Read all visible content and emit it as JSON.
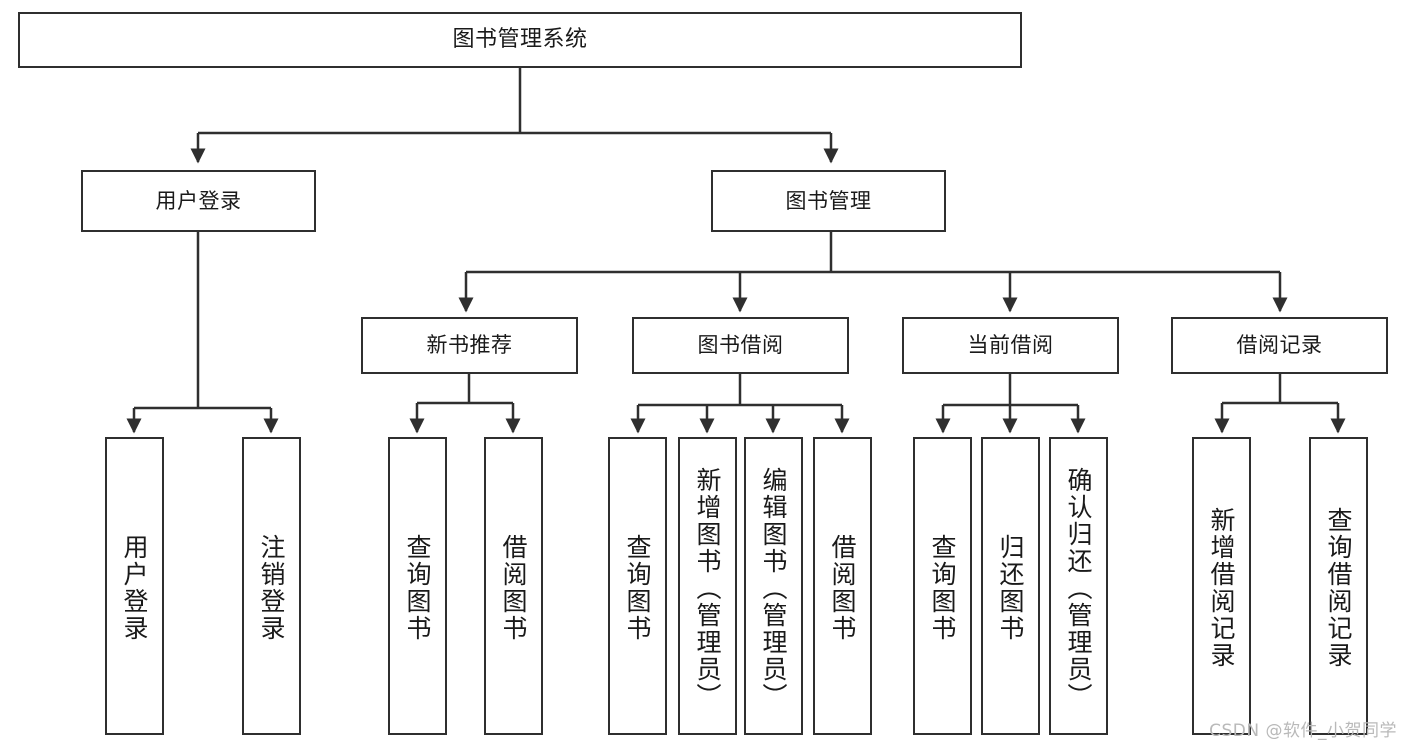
{
  "diagram": {
    "title": "图书管理系统",
    "type": "功能结构图",
    "watermark": "CSDN @软件_小贺同学",
    "colors": {
      "box_border": "#2f2f2f",
      "box_fill": "#ffffff",
      "edge": "#2f2f2f",
      "text": "#1a1a1a",
      "watermark": "#b9b9b9"
    },
    "nodes": {
      "root": {
        "label": "图书管理系统"
      },
      "level2": [
        {
          "label": "用户登录"
        },
        {
          "label": "图书管理"
        }
      ],
      "level3": [
        {
          "label": "新书推荐"
        },
        {
          "label": "图书借阅"
        },
        {
          "label": "当前借阅"
        },
        {
          "label": "借阅记录"
        }
      ],
      "leaves": {
        "user_login": [
          {
            "label": "用户登录"
          },
          {
            "label": "注销登录"
          }
        ],
        "new_book_recommend": [
          {
            "label": "查询图书"
          },
          {
            "label": "借阅图书"
          }
        ],
        "book_borrow": [
          {
            "label": "查询图书"
          },
          {
            "label": "新增图书（管理员）"
          },
          {
            "label": "编辑图书（管理员）"
          },
          {
            "label": "借阅图书"
          }
        ],
        "current_borrow": [
          {
            "label": "查询图书"
          },
          {
            "label": "归还图书"
          },
          {
            "label": "确认归还（管理员）"
          }
        ],
        "borrow_record": [
          {
            "label": "新增借阅记录"
          },
          {
            "label": "查询借阅记录"
          }
        ]
      }
    }
  }
}
